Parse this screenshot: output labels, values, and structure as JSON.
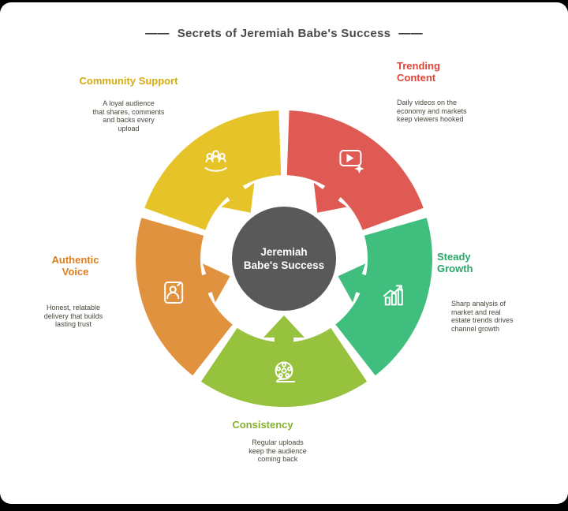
{
  "title": {
    "rule": "——",
    "text": "Secrets of Jeremiah Babe's Success"
  },
  "center": {
    "line1": "Jeremiah",
    "line2": "Babe's Success",
    "color": "#595959",
    "text_color": "#ffffff"
  },
  "segments": [
    {
      "name": "community-support",
      "color": "#e6c329",
      "title_color": "#d4ac0e",
      "icon": "community-icon",
      "title": "Community Support",
      "description": "A loyal audience\nthat shares, comments\nand backs every\nupload"
    },
    {
      "name": "trending-content",
      "color": "#df5a52",
      "title_color": "#e2443a",
      "icon": "video-icon",
      "title": "Trending\nContent",
      "description": "Daily videos on the\neconomy and markets\nkeep viewers hooked"
    },
    {
      "name": "steady-growth",
      "color": "#3fbe7d",
      "title_color": "#27a768",
      "icon": "growth-chart-icon",
      "title": "Steady\nGrowth",
      "description": "Sharp analysis of\nmarket and real\nestate trends drives\nchannel growth"
    },
    {
      "name": "consistency",
      "color": "#96c23e",
      "title_color": "#85b22a",
      "icon": "film-reel-icon",
      "title": "Consistency",
      "description": "Regular uploads\nkeep the audience\ncoming back"
    },
    {
      "name": "authentic-voice",
      "color": "#e0923e",
      "title_color": "#dd7e21",
      "icon": "portrait-icon",
      "title": "Authentic\nVoice",
      "description": "Honest, relatable\ndelivery that builds\nlasting trust"
    }
  ]
}
